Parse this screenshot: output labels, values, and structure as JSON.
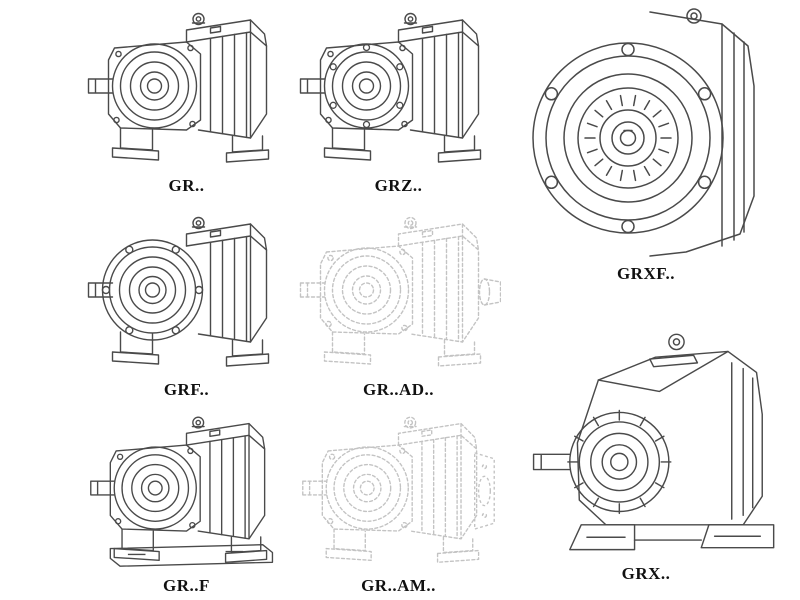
{
  "catalog": {
    "items": [
      {
        "id": "gr",
        "label": "GR.."
      },
      {
        "id": "grz",
        "label": "GRZ.."
      },
      {
        "id": "grxf",
        "label": "GRXF.."
      },
      {
        "id": "grf",
        "label": "GRF.."
      },
      {
        "id": "gr-ad",
        "label": "GR..AD.."
      },
      {
        "id": "gr-f",
        "label": "GR..F"
      },
      {
        "id": "gr-am",
        "label": "GR..AM.."
      },
      {
        "id": "grx",
        "label": "GRX.."
      }
    ],
    "colors": {
      "line": "#4a4a4a",
      "ghost_line": "#c3c3c3",
      "label": "#111111",
      "background": "#ffffff"
    }
  }
}
